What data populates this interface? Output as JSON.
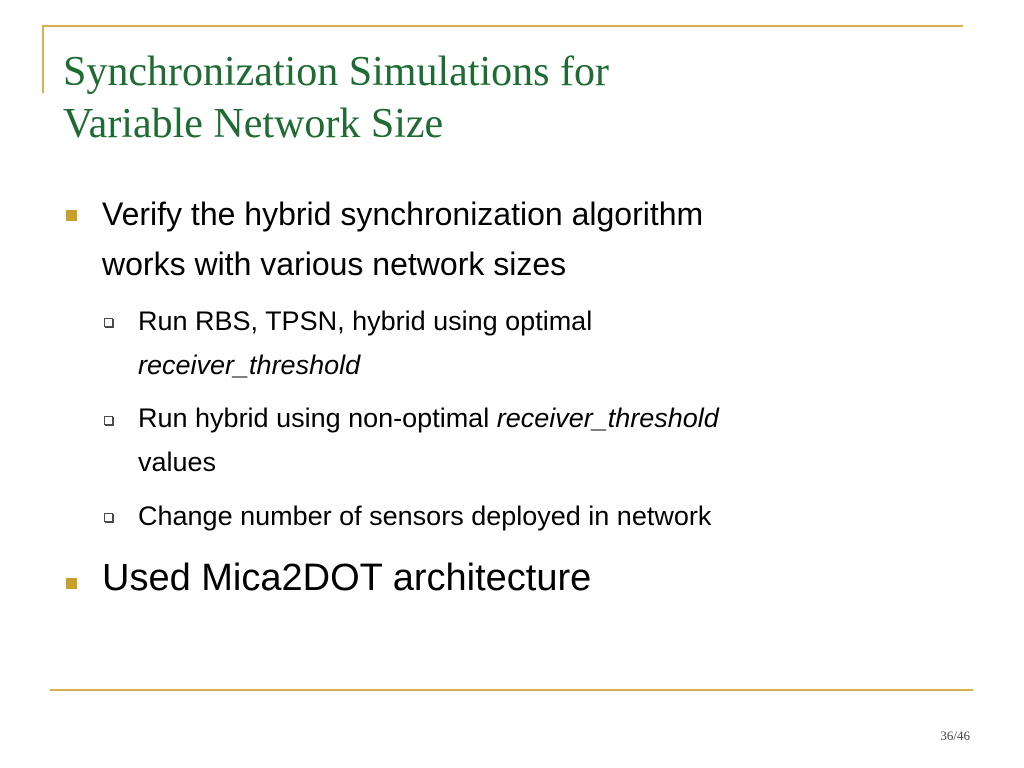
{
  "slide": {
    "title_line1": "Synchronization Simulations for",
    "title_line2": "Variable Network Size",
    "bullets": [
      {
        "line1": "Verify the hybrid synchronization algorithm",
        "line2": "works with various network sizes",
        "sub": [
          {
            "line1": "Run RBS, TPSN, hybrid using optimal",
            "line2_italic": "receiver_threshold"
          },
          {
            "line1_prefix": "Run hybrid using non-optimal ",
            "line1_italic": "receiver_threshold",
            "line2": "values"
          },
          {
            "line1": "Change number of sensors deployed in network"
          }
        ]
      },
      {
        "line1": "Used Mica2DOT architecture"
      }
    ],
    "page_number": "36/46"
  },
  "colors": {
    "title": "#1e6b34",
    "accent": "#d4b24c",
    "bullet": "#c9a02c"
  }
}
